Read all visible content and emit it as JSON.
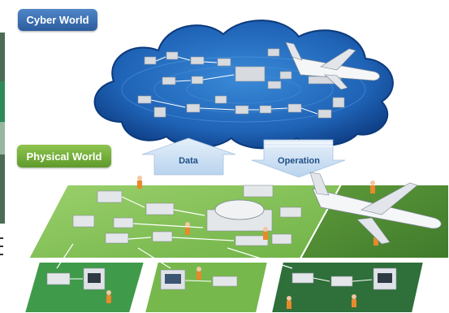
{
  "labels": {
    "cyber": "Cyber World",
    "physical": "Physical World",
    "data": "Data",
    "operation": "Operation"
  },
  "colors": {
    "cloud": "#1f63b6",
    "cloud_edge": "#0f3f86",
    "physical_green": "#7fbf52",
    "physical_dark": "#3f7a2c",
    "arrow_fill": "#cfe0f3",
    "tag_blue": "#3a6fb3",
    "tag_green": "#74b03c"
  },
  "icons": [
    "robot-arm-icon",
    "worker-icon",
    "aircraft-icon",
    "machine-icon",
    "conveyor-icon"
  ]
}
